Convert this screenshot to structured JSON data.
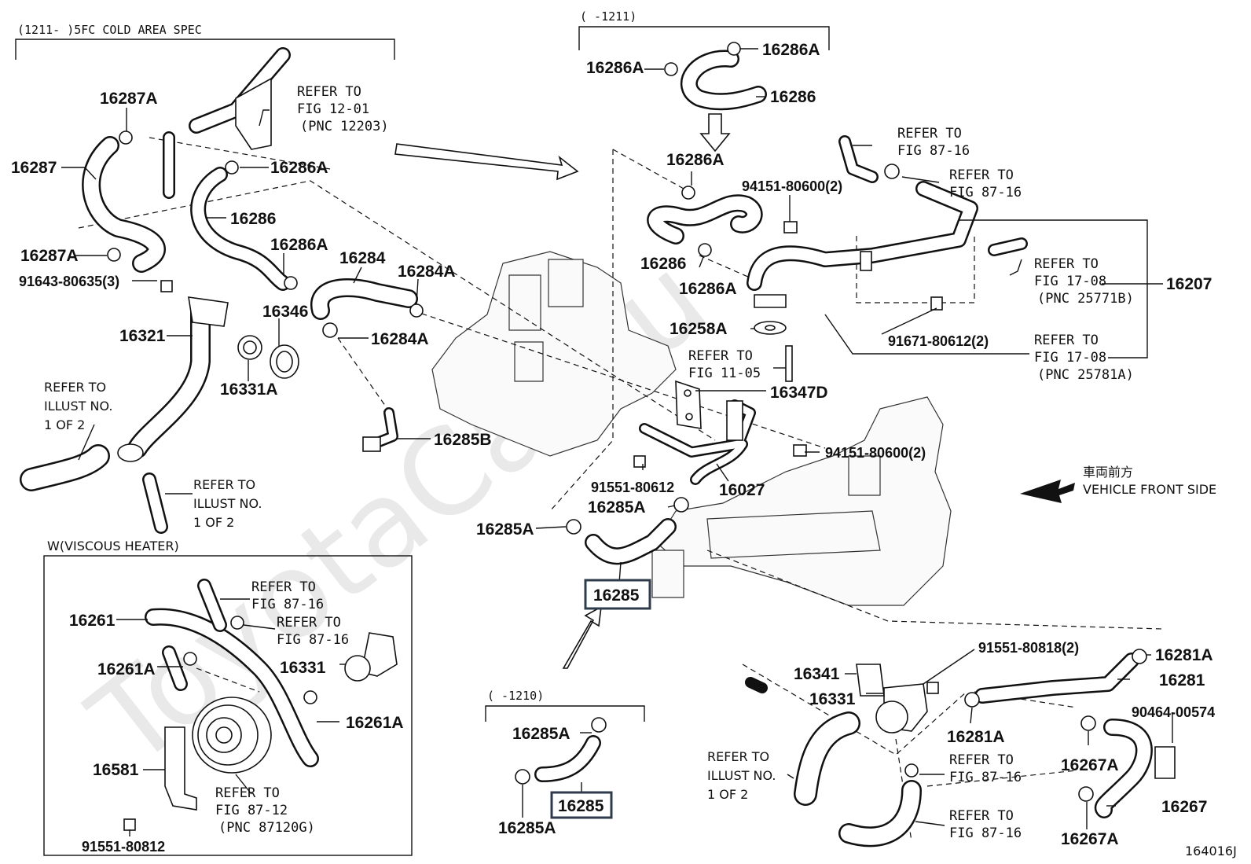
{
  "sections": {
    "cold_area": "(1211-      )5FC COLD AREA SPEC",
    "upper_range": "(      -1211)",
    "lower_range": "(      -1210)",
    "viscous_heater": "W(VISCOUS HEATER)"
  },
  "labels": {
    "p16287A": "16287A",
    "p16287": "16287",
    "p16287A_b": "16287A",
    "p16286A_1": "16286A",
    "p16286": "16286",
    "p16286A_2": "16286A",
    "p91643": "91643-80635(3)",
    "p16321": "16321",
    "p16284": "16284",
    "p16284A_1": "16284A",
    "p16284A_2": "16284A",
    "p16346": "16346",
    "p16331A": "16331A",
    "p16285B": "16285B",
    "p16286A_u1": "16286A",
    "p16286A_u2": "16286A",
    "p16286_u": "16286",
    "p16286A_u3": "16286A",
    "p16286_m": "16286",
    "p16286A_m": "16286A",
    "p94151_a": "94151-80600(2)",
    "p16258A": "16258A",
    "p16347D": "16347D",
    "p94151_b": "94151-80600(2)",
    "p91551_80612": "91551-80612",
    "p16027": "16027",
    "p16285A_1": "16285A",
    "p16285A_2": "16285A",
    "p16285_main": "16285",
    "p16207": "16207",
    "p91671": "91671-80612(2)",
    "p91551_80818": "91551-80818(2)",
    "p16341": "16341",
    "p16331_r": "16331",
    "p16281A_1": "16281A",
    "p16281": "16281",
    "p16281A_2": "16281A",
    "p90464": "90464-00574",
    "p16267A_1": "16267A",
    "p16267": "16267",
    "p16267A_2": "16267A",
    "p16285A_3": "16285A",
    "p16285_lower": "16285",
    "p16285A_4": "16285A",
    "p16261": "16261",
    "p16261A_1": "16261A",
    "p16331_v": "16331",
    "p16261A_2": "16261A",
    "p16581": "16581",
    "p91551_80812": "91551-80812"
  },
  "refs": {
    "r1": [
      "REFER TO",
      "FIG 12-01",
      "(PNC 12203)"
    ],
    "r2": [
      "REFER TO",
      "ILLUST NO.",
      "1 OF 2"
    ],
    "r3": [
      "REFER TO",
      "ILLUST NO.",
      "1 OF 2"
    ],
    "r4": [
      "REFER TO",
      "FIG 87-16"
    ],
    "r5": [
      "REFER TO",
      "FIG 87-16"
    ],
    "r6": [
      "REFER TO",
      "FIG 17-08",
      "(PNC 25771B)"
    ],
    "r7": [
      "REFER TO",
      "FIG 17-08",
      "(PNC 25781A)"
    ],
    "r8": [
      "REFER TO",
      "FIG 11-05"
    ],
    "r9": [
      "REFER TO",
      "FIG 87-16"
    ],
    "r10": [
      "REFER TO",
      "FIG 87-16"
    ],
    "r11": [
      "REFER TO",
      "FIG 87-12",
      "(PNC 87120G)"
    ],
    "r12": [
      "REFER TO",
      "ILLUST NO.",
      "1 OF 2"
    ],
    "r13": [
      "REFER TO",
      "FIG 87-16"
    ],
    "r14": [
      "REFER TO",
      "FIG 87-16"
    ]
  },
  "vehicle_front": {
    "jp": "車両前方",
    "en": "VEHICLE FRONT SIDE"
  },
  "watermark": "ToyotaCar.ru",
  "figure_id": "164016J"
}
